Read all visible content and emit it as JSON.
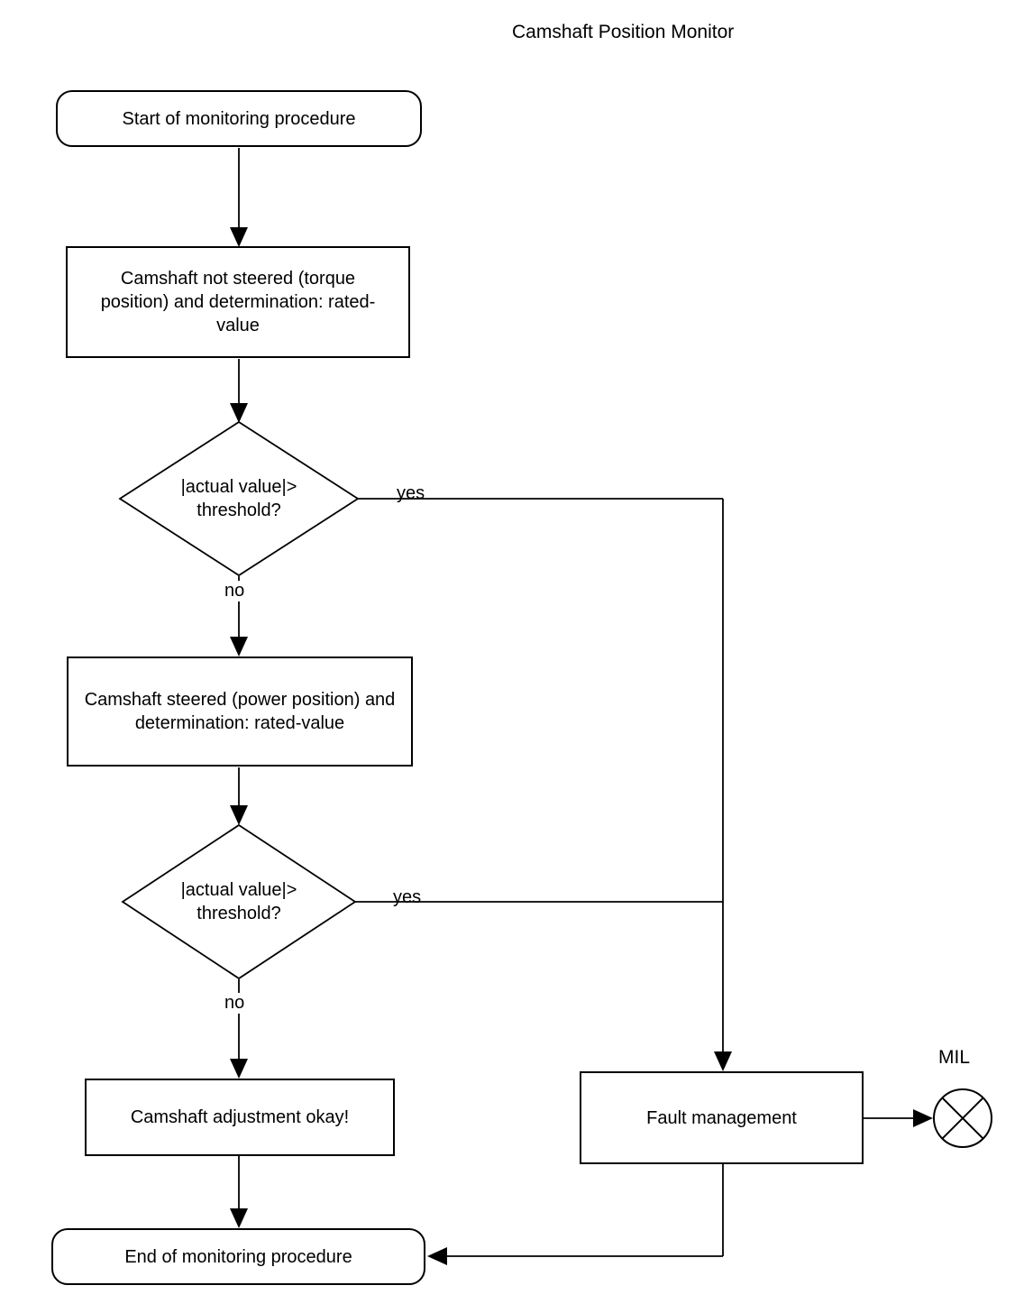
{
  "title": "Camshaft Position Monitor",
  "nodes": {
    "start": "Start of monitoring procedure",
    "camshaft_not_steered": "Camshaft not steered (torque position) and determination: rated-value",
    "decision1": "|actual value|> threshold?",
    "camshaft_steered": "Camshaft steered (power position) and determination: rated-value",
    "decision2": "|actual value|> threshold?",
    "adjustment_okay": "Camshaft adjustment okay!",
    "fault_management": "Fault management",
    "end": "End of monitoring procedure"
  },
  "edge_labels": {
    "decision1_yes": "yes",
    "decision1_no": "no",
    "decision2_yes": "yes",
    "decision2_no": "no",
    "mil": "MIL"
  },
  "colors": {
    "line": "#000000",
    "background": "#ffffff"
  }
}
